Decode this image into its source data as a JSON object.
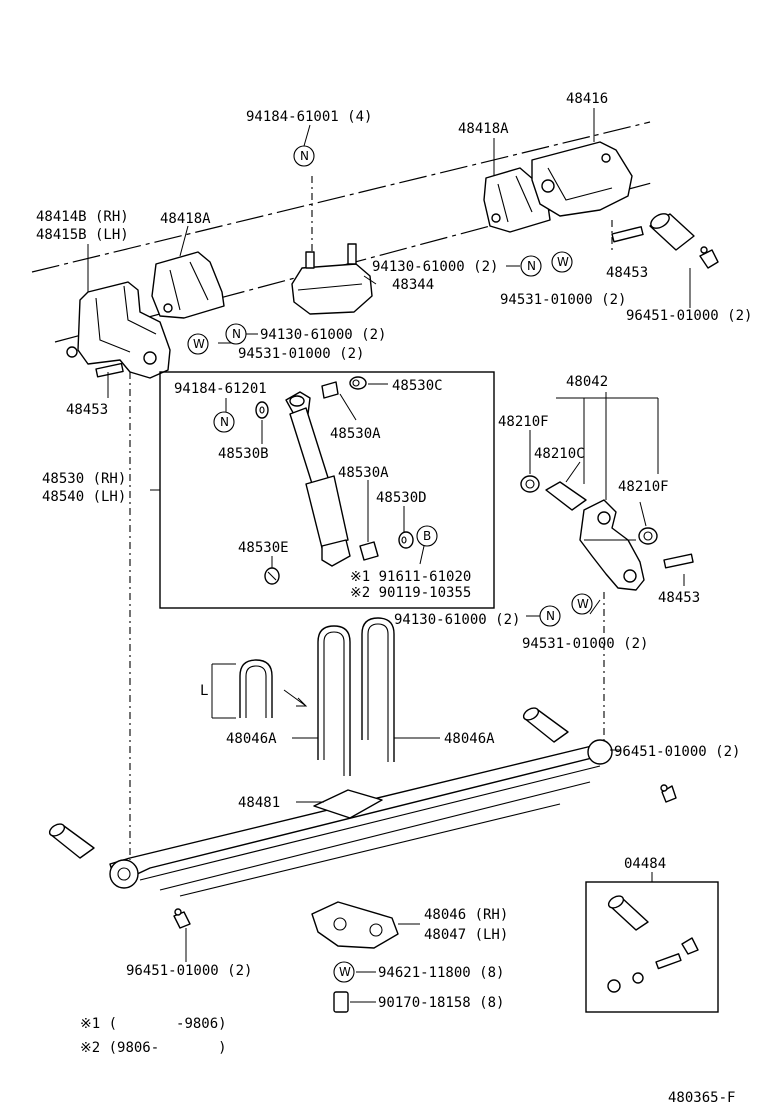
{
  "labels": {
    "p94184_61001": "94184-61001 (4)",
    "p48418A_r": "48418A",
    "p48416": "48416",
    "p48414B": "48414B (RH)",
    "p48415B": "48415B (LH)",
    "p48418A_l": "48418A",
    "p94130_top": "94130-61000 (2)",
    "p48344": "48344",
    "p48453_r": "48453",
    "p94531_top": "94531-01000 (2)",
    "p96451_top": "96451-01000 (2)",
    "p94130_l": "94130-61000 (2)",
    "p94531_l": "94531-01000 (2)",
    "p48453_l": "48453",
    "p94184_61201": "94184-61201",
    "p48530C": "48530C",
    "p48530A_1": "48530A",
    "p48530B": "48530B",
    "p48530A_2": "48530A",
    "p48530D": "48530D",
    "p48530E": "48530E",
    "p91611": "※1 91611-61020",
    "p90119": "※2 90119-10355",
    "p48530": "48530 (RH)",
    "p48540": "48540 (LH)",
    "p48042": "48042",
    "p48210F_l": "48210F",
    "p48210C": "48210C",
    "p48210F_r": "48210F",
    "p48453_m": "48453",
    "p94130_m": "94130-61000 (2)",
    "p94531_m": "94531-01000 (2)",
    "pL": "L",
    "p48046A_l": "48046A",
    "p48046A_r": "48046A",
    "p96451_r": "96451-01000 (2)",
    "p48481": "48481",
    "p04484": "04484",
    "p48046": "48046 (RH)",
    "p48047": "48047 (LH)",
    "p94621": "94621-11800 (8)",
    "p90170": "90170-18158 (8)",
    "p96451_b": "96451-01000 (2)",
    "note1": "※1 (       -9806)",
    "note2": "※2 (9806-       )",
    "figure_id": "480365-F"
  },
  "symbols": {
    "nut": "N",
    "washer": "W",
    "bolt": "B"
  }
}
